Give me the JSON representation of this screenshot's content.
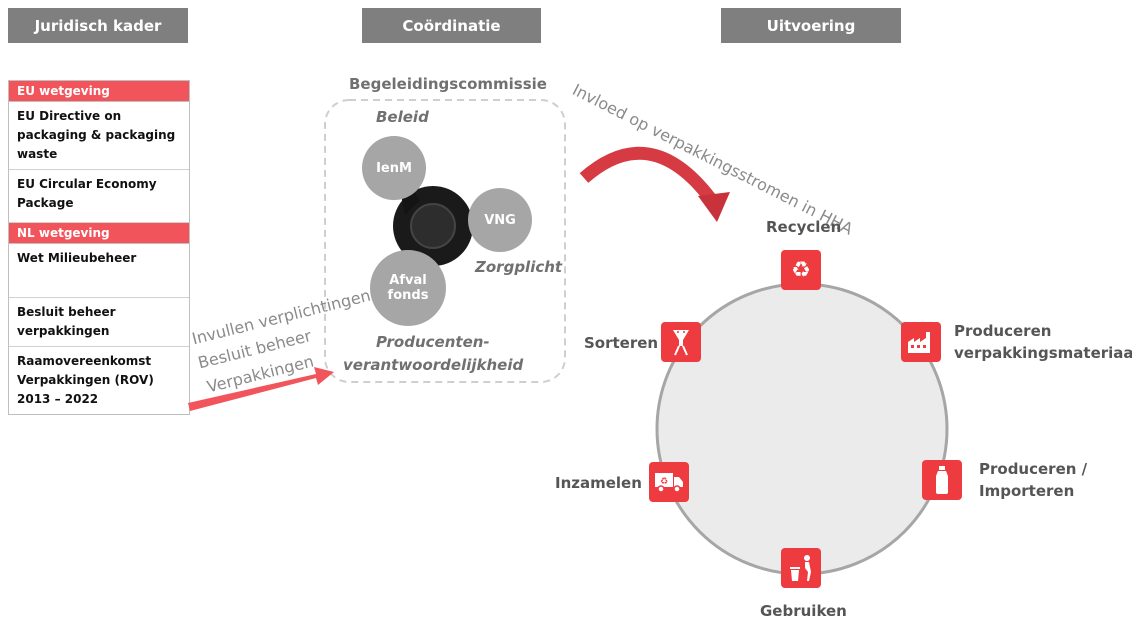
{
  "headers": {
    "legal": "Juridisch kader",
    "coordination": "Coördinatie",
    "execution": "Uitvoering"
  },
  "legal_framework": {
    "eu_header": "EU wetgeving",
    "eu_items": [
      "EU Directive on packaging & packaging waste",
      "EU Circular Economy Package"
    ],
    "nl_header": "NL wetgeving",
    "nl_items": [
      "Wet Milieubeheer",
      "Besluit beheer verpakkingen",
      "Raamovereenkomst Verpakkingen (ROV) 2013 – 2022"
    ]
  },
  "coordination": {
    "title": "Begeleidingscommissie",
    "beleid": "Beleid",
    "zorgplicht": "Zorgplicht",
    "producer_responsibility_line1": "Producenten-",
    "producer_responsibility_line2": "verantwoordelijkheid",
    "parties": [
      "IenM",
      "VNG",
      "Afval fonds"
    ]
  },
  "arrows": {
    "obligations_line1": "Invullen verplichtingen",
    "obligations_line2": "Besluit beheer",
    "obligations_line3": "Verpakkingen",
    "influence": "Invloed op verpakkingsstromen in HHA"
  },
  "cycle": {
    "steps": [
      {
        "label": "Recyclen",
        "icon": "recycle-icon"
      },
      {
        "label": "Produceren verpakkingsmateriaal",
        "icon": "factory-icon"
      },
      {
        "label": "Produceren / Importeren",
        "icon": "bottle-icon"
      },
      {
        "label": "Gebruiken",
        "icon": "trash-bin-person-icon"
      },
      {
        "label": "Inzamelen",
        "icon": "truck-icon"
      },
      {
        "label": "Sorteren",
        "icon": "funnel-icon"
      }
    ]
  },
  "colors": {
    "accent_red": "#ee3b40",
    "header_gray": "#7f7f7f",
    "circle_gray": "#a6a6a6",
    "cycle_fill": "#ebebeb"
  }
}
